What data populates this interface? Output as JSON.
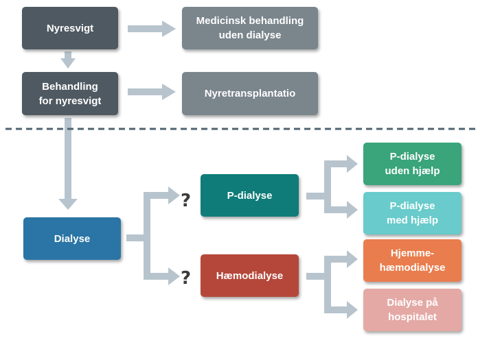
{
  "colors": {
    "arrow": "#b7c4cd",
    "dark_gray": "#4f5961",
    "light_gray": "#7a858c",
    "blue": "#2a75a5",
    "teal": "#0f7c79",
    "green": "#3aa47a",
    "light_teal": "#69cbcb",
    "red": "#b5473a",
    "orange": "#e97d4d",
    "pink": "#e4a9a5",
    "divider": "#4f6470"
  },
  "nodes": {
    "nyresvigt": "Nyresvigt",
    "medicinsk": "Medicinsk behandling\nuden dialyse",
    "behandling": "Behandling\nfor nyresvigt",
    "transplantation": "Nyretransplantatio",
    "dialyse": "Dialyse",
    "p_dialyse": "P-dialyse",
    "haemodialyse": "Hæmodialyse",
    "p_uden": "P-dialyse\nuden hjælp",
    "p_med": "P-dialyse\nmed hjælp",
    "hjemme": "Hjemme-\nhæmodialyse",
    "hospital": "Dialyse på\nhospitalet"
  },
  "question_marks": [
    "?",
    "?"
  ]
}
